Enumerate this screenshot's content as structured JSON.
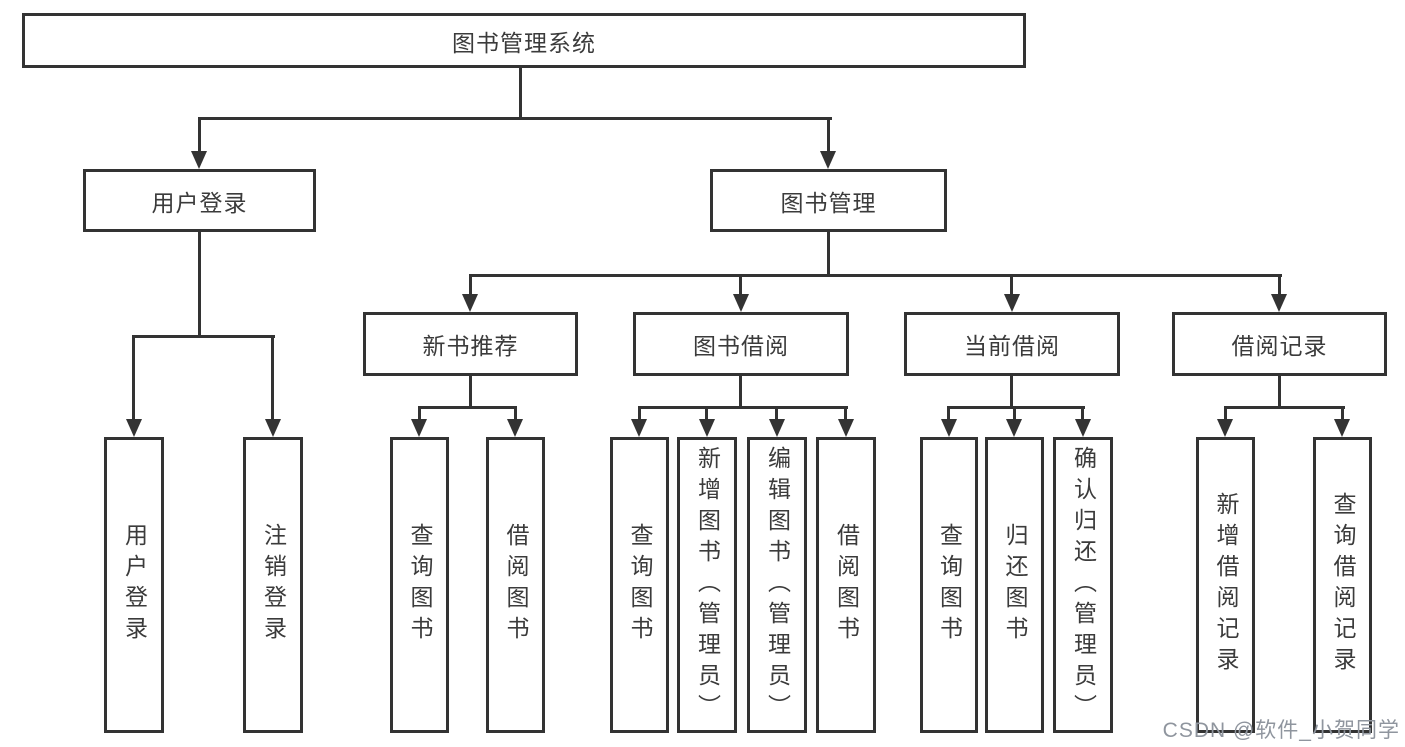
{
  "tree": {
    "label": "图书管理系统",
    "children": [
      {
        "label": "用户登录",
        "children": [
          {
            "label": "用户登录"
          },
          {
            "label": "注销登录"
          }
        ]
      },
      {
        "label": "图书管理",
        "children": [
          {
            "label": "新书推荐",
            "children": [
              {
                "label": "查询图书"
              },
              {
                "label": "借阅图书"
              }
            ]
          },
          {
            "label": "图书借阅",
            "children": [
              {
                "label": "查询图书"
              },
              {
                "label": "新增图书（管理员）"
              },
              {
                "label": "编辑图书（管理员）"
              },
              {
                "label": "借阅图书"
              }
            ]
          },
          {
            "label": "当前借阅",
            "children": [
              {
                "label": "查询图书"
              },
              {
                "label": "归还图书"
              },
              {
                "label": "确认归还（管理员）"
              }
            ]
          },
          {
            "label": "借阅记录",
            "children": [
              {
                "label": "新增借阅记录"
              },
              {
                "label": "查询借阅记录"
              }
            ]
          }
        ]
      }
    ]
  },
  "watermark": {
    "text": "CSDN @软件_小贺同学"
  },
  "colors": {
    "line": "#333333",
    "text": "#3b3b3b",
    "watermark": "#8f959e",
    "background": "#ffffff"
  }
}
